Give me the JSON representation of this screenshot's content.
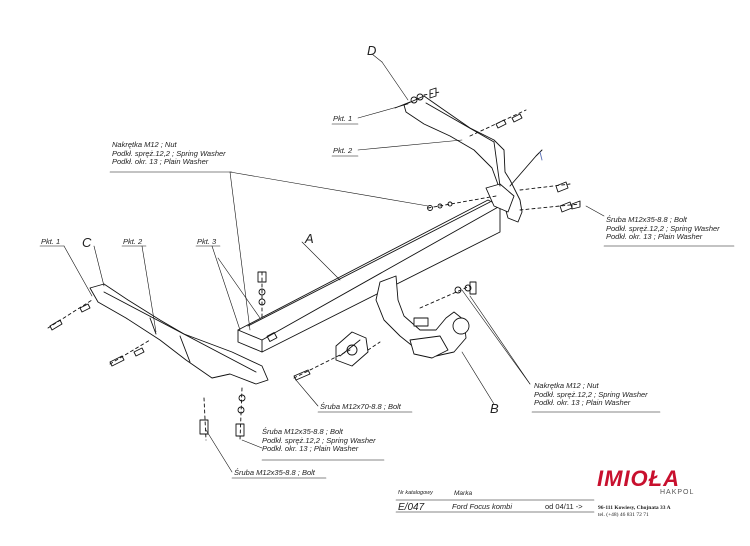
{
  "labels": {
    "part_a": "A",
    "part_b": "B",
    "part_c": "C",
    "part_d": "D",
    "pkt1_right": "Pkt. 1",
    "pkt2_right": "Pkt. 2",
    "pkt1_left": "Pkt. 1",
    "pkt2_left": "Pkt. 2",
    "pkt3_left": "Pkt. 3"
  },
  "callouts": {
    "top_left": [
      "Nakrętka M12 ; Nut",
      "Podkł. spręż.12,2 ; Spring Washer",
      "Podkł. okr. 13 ; Plain Washer"
    ],
    "right_bolt": [
      "Śruba M12x35-8.8 ; Bolt",
      "Podkł. spręż.12,2 ; Spring Washer",
      "Podkł. okr. 13 ; Plain Washer"
    ],
    "center_bolt": "Śruba M12x70-8.8 ; Bolt",
    "bottom_center": [
      "Śruba M12x35-8.8 ; Bolt",
      "Podkł. spręż.12,2 ; Spring Washer",
      "Podkł. okr. 13 ; Plain Washer"
    ],
    "bottom_left_bolt": "Śruba M12x35-8.8 ; Bolt",
    "bottom_right": [
      "Nakrętka M12 ; Nut",
      "Podkł. spręż.12,2 ; Spring Washer",
      "Podkł. okr. 13 ; Plain Washer"
    ]
  },
  "title_block": {
    "catalog_caption": "Nr katalogowy",
    "catalog_number": "E/047",
    "make_caption": "Marka",
    "make_value": "Ford Focus kombi",
    "date_range": "od 04/11 ->"
  },
  "brand": {
    "name": "IMIOŁA",
    "sub": "HAKPOL",
    "address_line1": "96-111 Kowiesy, Chojnata 33 A",
    "address_line2": "tel. (+48) 46 831 72 71",
    "color": "#c8102e"
  }
}
